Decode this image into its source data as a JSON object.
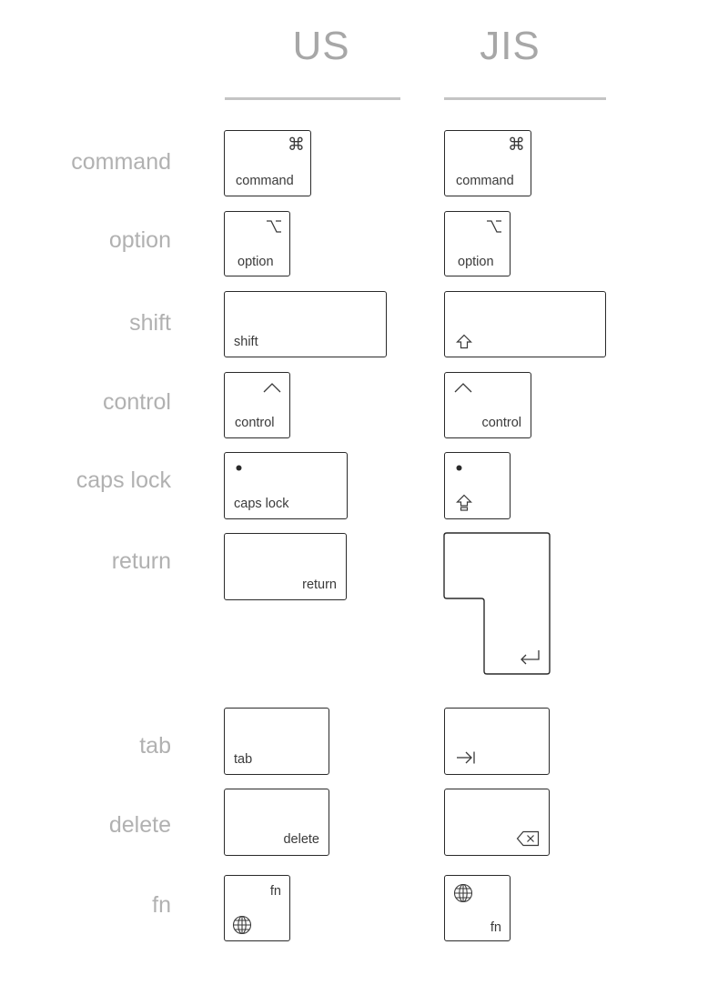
{
  "columns": {
    "us": "US",
    "jis": "JIS"
  },
  "rows": {
    "command": "command",
    "option": "option",
    "shift": "shift",
    "control": "control",
    "caps_lock": "caps lock",
    "return": "return",
    "tab": "tab",
    "delete": "delete",
    "fn": "fn"
  },
  "us_keys": {
    "command": "command",
    "option": "option",
    "shift": "shift",
    "control": "control",
    "caps_lock": "caps lock",
    "return": "return",
    "tab": "tab",
    "delete": "delete",
    "fn": "fn"
  },
  "jis_keys": {
    "command": "command",
    "option": "option",
    "control": "control",
    "fn": "fn"
  },
  "glyphs": {
    "command": "⌘",
    "option": "⌥"
  },
  "icons": [
    "command-icon",
    "option-icon",
    "shift-arrow-icon",
    "control-caret-icon",
    "caps-lock-light-icon",
    "caps-lock-arrow-icon",
    "return-arrow-icon",
    "tab-arrow-icon",
    "delete-backspace-icon",
    "globe-icon"
  ],
  "colors": {
    "label": "#b1b1b1",
    "key_border": "#2a2a2a",
    "key_text": "#3a3a3a",
    "rule": "#c4c4c4"
  }
}
